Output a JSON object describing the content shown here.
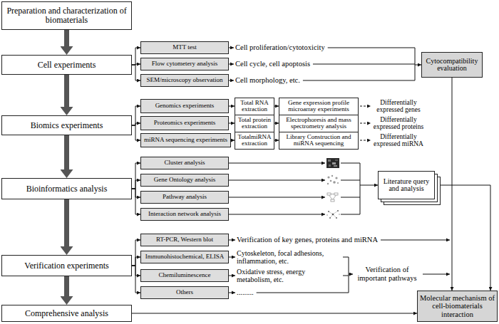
{
  "diagram": {
    "nodes": [
      {
        "text": [
          "Preparation and characterization of biomaterials"
        ]
      },
      {
        "text": [
          "Cell experiments"
        ]
      },
      {
        "text": [
          "MTT test"
        ]
      },
      {
        "text": [
          "Flow cytometery analysis"
        ]
      },
      {
        "text": [
          "SEM/microscopy observation"
        ]
      },
      {
        "text": [
          "Cytocompatibility evaluation"
        ]
      },
      {
        "text": [
          "Biomics experiments"
        ]
      },
      {
        "text": [
          "Genomics experiments"
        ]
      },
      {
        "text": [
          "Total RNA extraction"
        ]
      },
      {
        "text": [
          "Gene expression profile microarray experiments"
        ]
      },
      {
        "text": [
          "Proteomics experiments"
        ]
      },
      {
        "text": [
          "Total protein extraction"
        ]
      },
      {
        "text": [
          "Electrophoresis and mass spectrometry analysis"
        ]
      },
      {
        "text": [
          "miRNA sequencing experiments"
        ]
      },
      {
        "text": [
          "TotalmiRNA extraction"
        ]
      },
      {
        "text": [
          "Library Construction and miRNA sequencing"
        ]
      },
      {
        "text": [
          "Bioinformatics analysis"
        ]
      },
      {
        "text": [
          "Cluster analysis"
        ]
      },
      {
        "text": [
          "Gene Ontology analysis"
        ]
      },
      {
        "text": [
          "Pathway analysis"
        ]
      },
      {
        "text": [
          "Interaction network analysis"
        ]
      },
      {
        "text": [
          "Literature query and analysis"
        ]
      },
      {
        "text": [
          "Verification experiments"
        ]
      },
      {
        "text": [
          "RT-PCR, Western blot"
        ]
      },
      {
        "text": [
          "Immunohistochemical, ELISA"
        ]
      },
      {
        "text": [
          "Chemiluminescence"
        ]
      },
      {
        "text": [
          "Others"
        ]
      },
      {
        "text": [
          "Comprehensive analysis"
        ]
      },
      {
        "text": [
          "Molecular mechanism of cell-biomaterials interaction"
        ]
      }
    ],
    "edges": [
      {
        "from": 0,
        "to": 1,
        "arrow": "to"
      },
      {
        "from": 1,
        "to": 2,
        "arrow": "to"
      },
      {
        "from": 1,
        "to": 3,
        "arrow": "to"
      },
      {
        "from": 1,
        "to": 4,
        "arrow": "to"
      },
      {
        "from": 1,
        "to": 6,
        "arrow": "to"
      },
      {
        "from": 6,
        "to": 7,
        "arrow": "to"
      },
      {
        "from": 6,
        "to": 10,
        "arrow": "to"
      },
      {
        "from": 6,
        "to": 13,
        "arrow": "to"
      },
      {
        "from": 7,
        "to": 8,
        "arrow": "to"
      },
      {
        "from": 8,
        "to": 9,
        "arrow": "to"
      },
      {
        "from": 10,
        "to": 11,
        "arrow": "to"
      },
      {
        "from": 11,
        "to": 12,
        "arrow": "to"
      },
      {
        "from": 13,
        "to": 14,
        "arrow": "to"
      },
      {
        "from": 14,
        "to": 15,
        "arrow": "to"
      },
      {
        "from": 6,
        "to": 16,
        "arrow": "to"
      },
      {
        "from": 16,
        "to": 17,
        "arrow": "to"
      },
      {
        "from": 16,
        "to": 18,
        "arrow": "to"
      },
      {
        "from": 16,
        "to": 19,
        "arrow": "to"
      },
      {
        "from": 16,
        "to": 20,
        "arrow": "to"
      },
      {
        "from": 16,
        "to": 22,
        "arrow": "to"
      },
      {
        "from": 22,
        "to": 23,
        "arrow": "to"
      },
      {
        "from": 22,
        "to": 24,
        "arrow": "to"
      },
      {
        "from": 22,
        "to": 25,
        "arrow": "to"
      },
      {
        "from": 22,
        "to": 26,
        "arrow": "to"
      },
      {
        "from": 22,
        "to": 27,
        "arrow": "to"
      },
      {
        "from": 5,
        "to": 28,
        "arrow": "to"
      },
      {
        "from": 21,
        "to": 28,
        "arrow": "to"
      },
      {
        "from": 27,
        "to": 28,
        "arrow": "to"
      }
    ],
    "labels": [
      "Cell proliferation/cytotoxicity",
      "Cell cycle, cell apoptosis",
      "Cell morphology, etc.",
      "Differentially expressed genes",
      "Differentially expressed proteins",
      "Differentially expressed miRNA",
      "Verification of key genes, proteins and miRNA",
      "Cytoskeleton, focal adhesions, inflammation, etc.",
      "Oxidative stress, energy metabolism, etc.",
      "Verification of important pathways",
      "........."
    ]
  }
}
